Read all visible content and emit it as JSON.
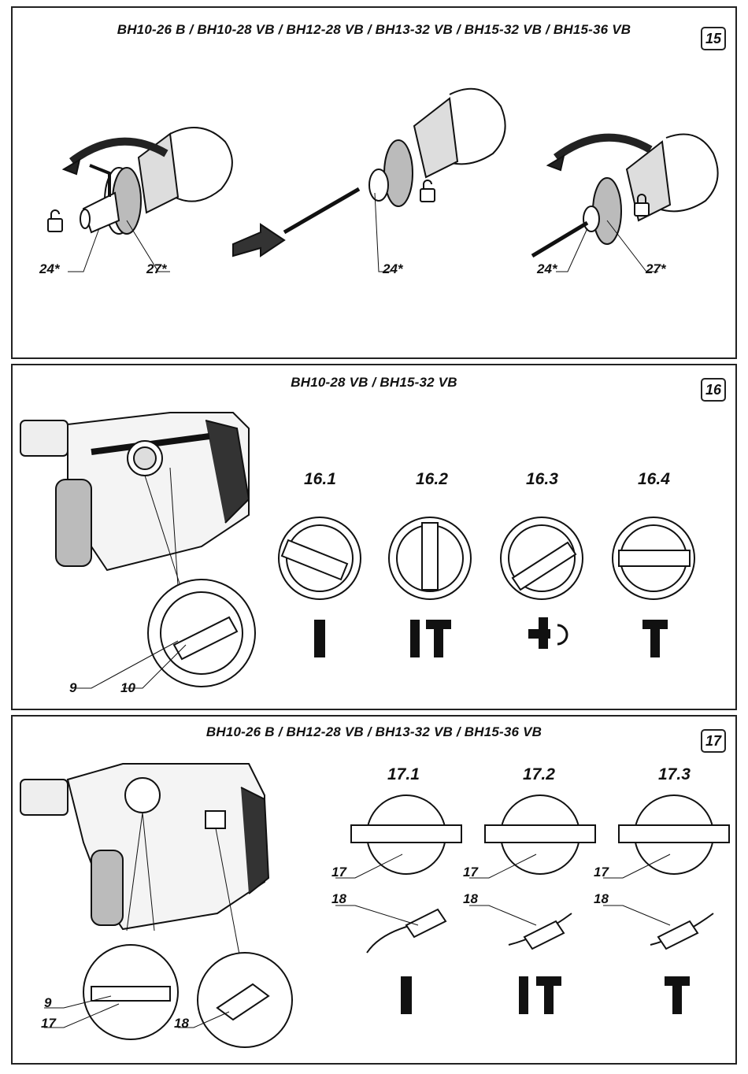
{
  "panel15": {
    "title": "BH10-26 B / BH10-28 VB / BH12-28 VB / BH13-32 VB / BH15-32 VB / BH15-36 VB",
    "number": "15",
    "labels": [
      "24*",
      "27*",
      "24*",
      "24*",
      "27*"
    ]
  },
  "panel16": {
    "title": "BH10-28 VB / BH15-32 VB",
    "number": "16",
    "modes": [
      "16.1",
      "16.2",
      "16.3",
      "16.4"
    ],
    "labels": [
      "9",
      "10"
    ]
  },
  "panel17": {
    "title": "BH10-26 B / BH12-28 VB / BH13-32 VB / BH15-36 VB",
    "number": "17",
    "modes": [
      "17.1",
      "17.2",
      "17.3"
    ],
    "dial_labels": [
      "17",
      "17",
      "17"
    ],
    "lever_labels": [
      "18",
      "18",
      "18"
    ],
    "labels": [
      "9",
      "17",
      "18"
    ]
  },
  "icons": [
    "unlock-icon",
    "lock-icon",
    "arrow-icon",
    "drill-bit-icon",
    "hammer-icon",
    "chisel-rotate-icon"
  ]
}
